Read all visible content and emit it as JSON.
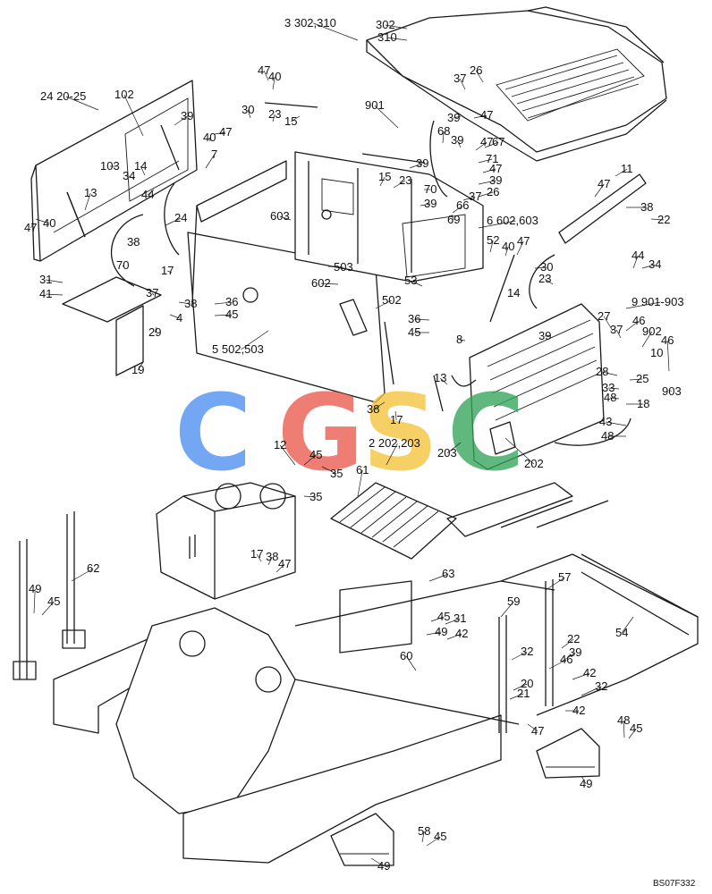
{
  "drawing_number": "BS07F332",
  "watermark": {
    "letters": [
      "C",
      "G",
      "S",
      "C"
    ],
    "colors": [
      "#4d8ef0",
      "#ea5a4e",
      "#f6c43b",
      "#35a55a"
    ]
  },
  "callouts": [
    "3 302,310",
    "302",
    "310",
    "37",
    "26",
    "47",
    "40",
    "39",
    "47",
    "901",
    "24 20-25",
    "102",
    "39",
    "40",
    "47",
    "30",
    "23",
    "15",
    "68",
    "39",
    "47",
    "67",
    "71",
    "47",
    "39",
    "26",
    "37",
    "66",
    "69",
    "70",
    "23",
    "39",
    "15",
    "39",
    "103",
    "34",
    "14",
    "7",
    "44",
    "13",
    "47",
    "40",
    "24",
    "603",
    "6 602,603",
    "11",
    "47",
    "38",
    "22",
    "38",
    "70",
    "52",
    "40",
    "47",
    "31",
    "41",
    "37",
    "17",
    "38",
    "4",
    "29",
    "19",
    "36",
    "45",
    "503",
    "502",
    "602",
    "53",
    "30",
    "44",
    "34",
    "23",
    "14",
    "5 502,503",
    "36",
    "45",
    "8",
    "9 901-903",
    "27",
    "37",
    "46",
    "902",
    "39",
    "46",
    "10",
    "13",
    "28",
    "25",
    "33",
    "48",
    "903",
    "18",
    "38",
    "17",
    "43",
    "48",
    "2 202,203",
    "203",
    "202",
    "12",
    "45",
    "35",
    "35",
    "61",
    "62",
    "17",
    "38",
    "47",
    "63",
    "57",
    "49",
    "45",
    "45",
    "31",
    "49",
    "42",
    "59",
    "54",
    "22",
    "39",
    "60",
    "32",
    "46",
    "42",
    "20",
    "32",
    "21",
    "42",
    "47",
    "48",
    "45",
    "49",
    "58",
    "45",
    "49",
    "58"
  ]
}
